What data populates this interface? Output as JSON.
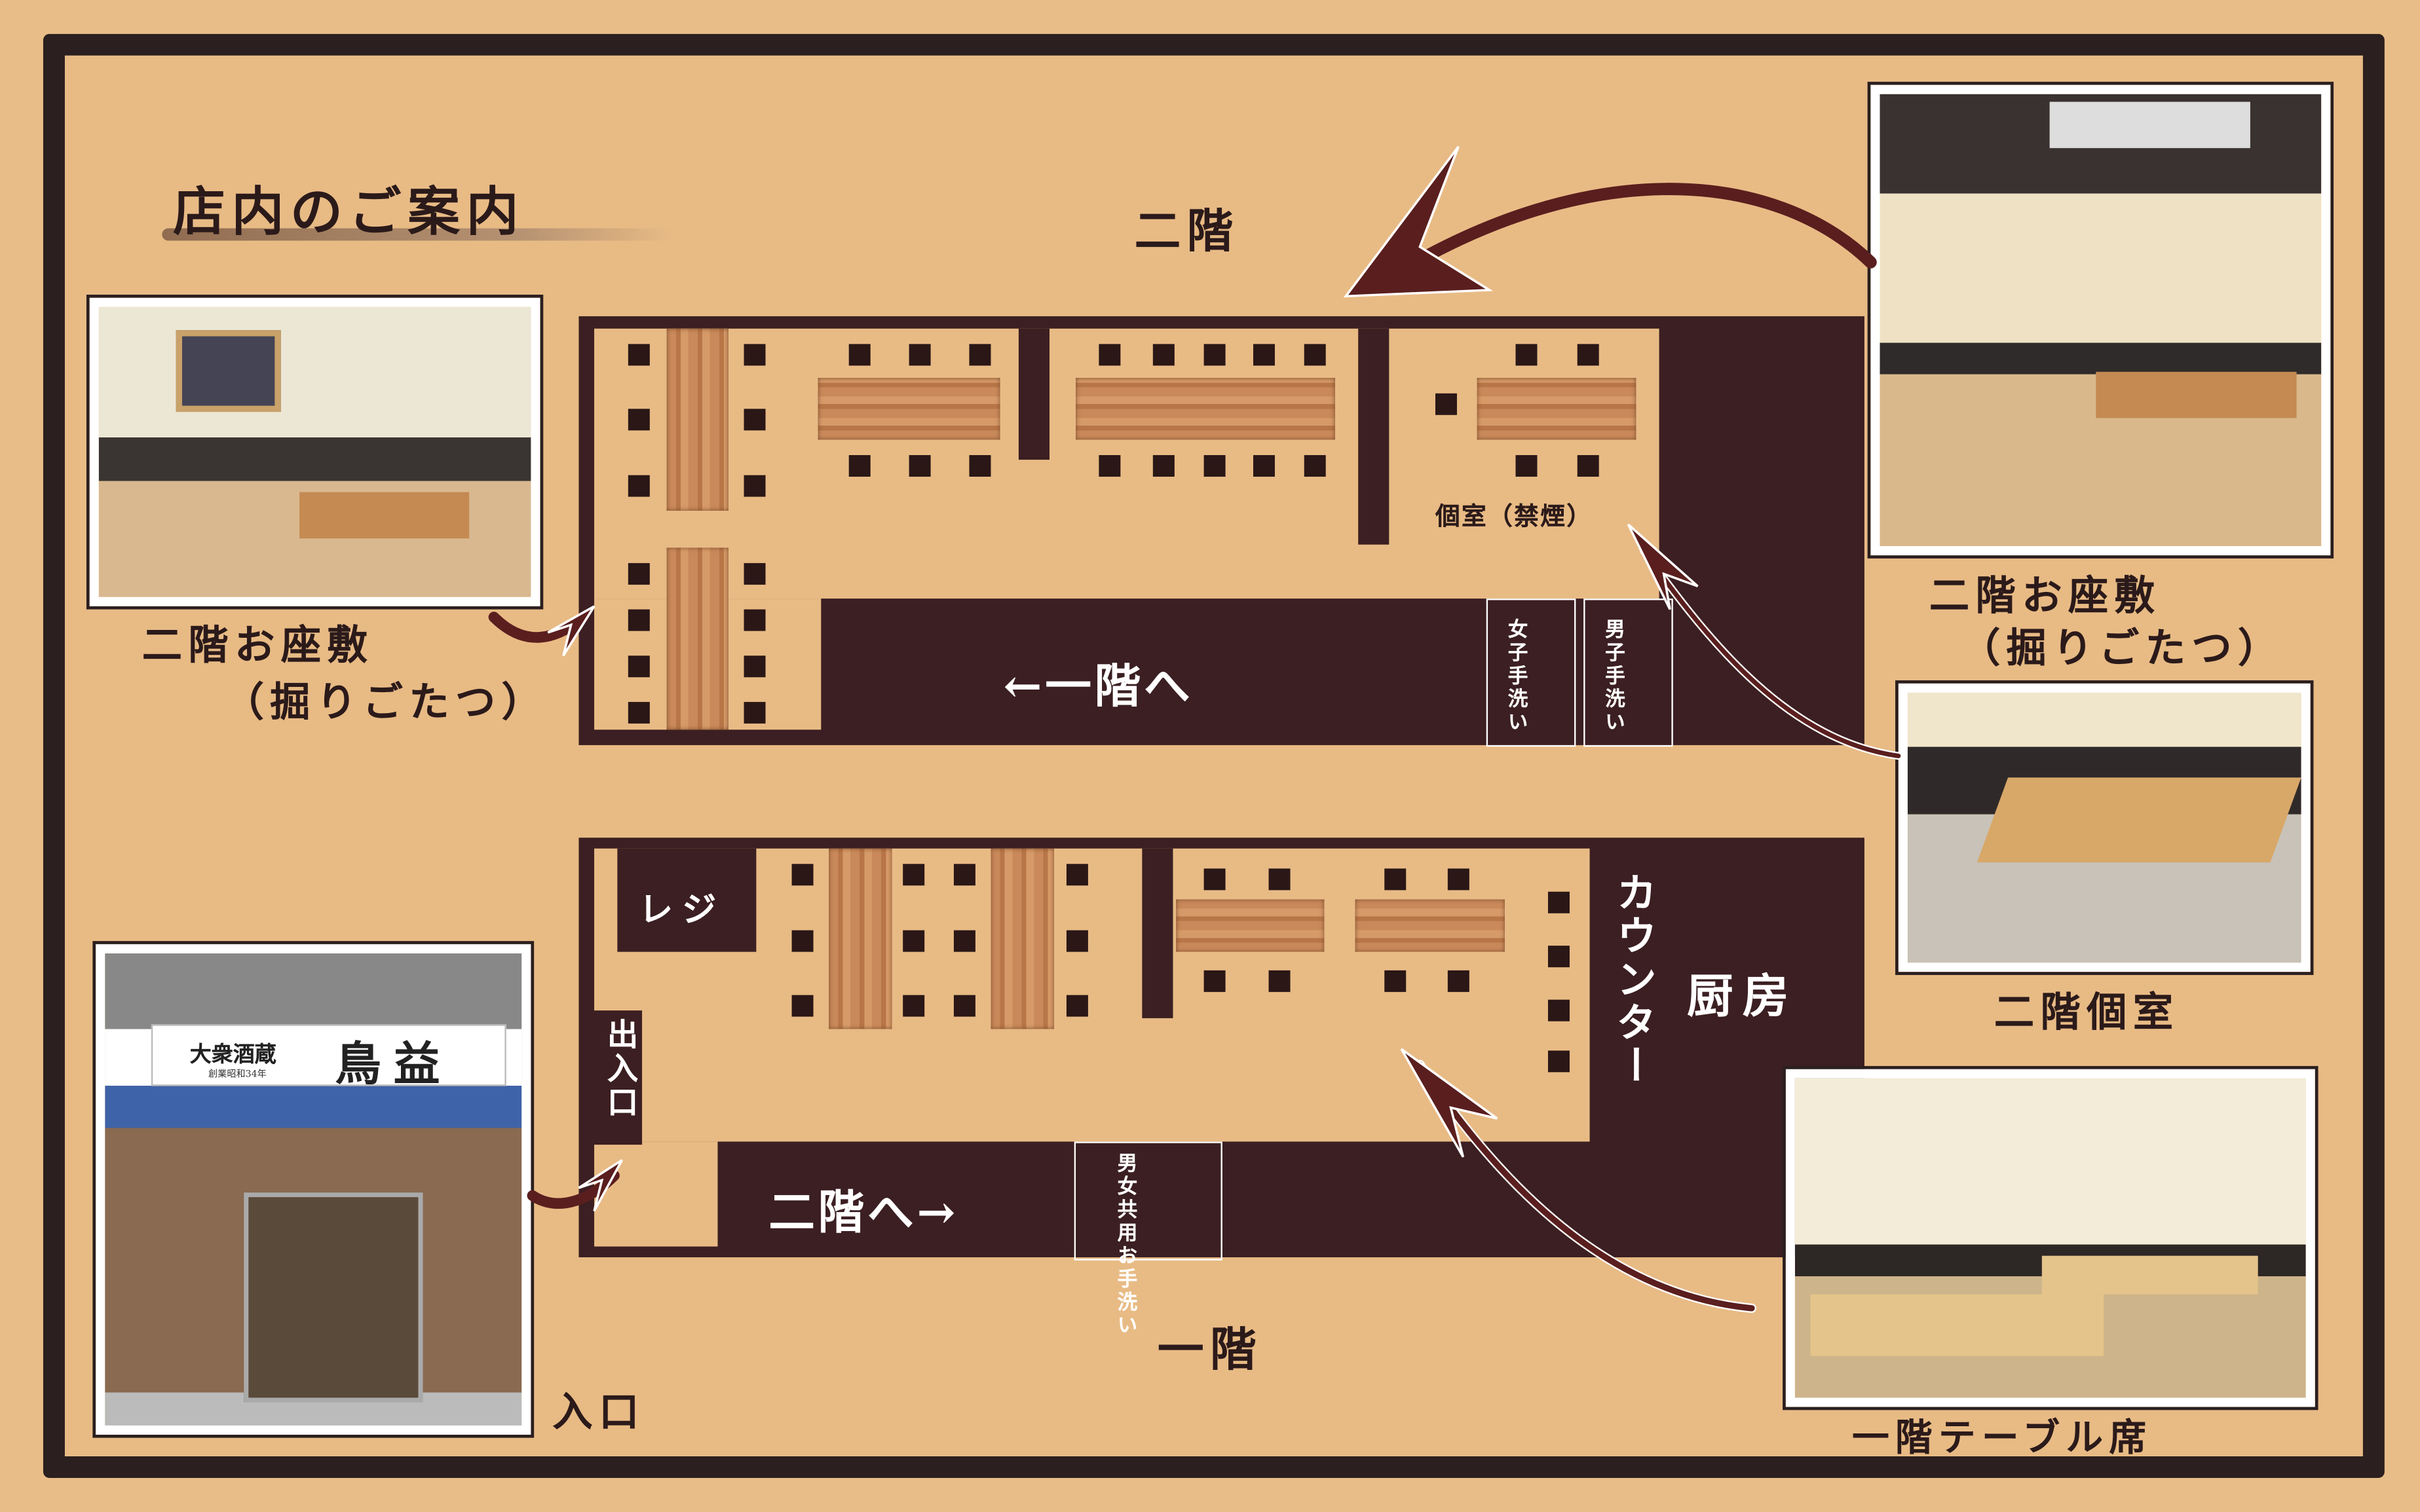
{
  "title": "店内のご案内",
  "floors": {
    "second": {
      "label": "二階",
      "private_room": "個室（禁煙）",
      "to_first": "←一階へ",
      "womens_restroom": "女子手洗い",
      "mens_restroom": "男子手洗い"
    },
    "first": {
      "label": "一階",
      "register": "レジ",
      "doorway": "出入口",
      "to_second": "二階へ→",
      "restroom": "男女共用お手洗い",
      "counter": "カウンター",
      "kitchen": "厨房"
    }
  },
  "photos": {
    "zashiki_left": {
      "caption_line1": "二階お座敷",
      "caption_line2": "（掘りごたつ）"
    },
    "zashiki_right": {
      "caption_line1": "二階お座敷",
      "caption_line2": "（掘りごたつ）"
    },
    "private": {
      "caption": "二階個室"
    },
    "table_seats": {
      "caption": "一階テーブル席"
    },
    "entrance": {
      "caption": "入口",
      "sign_sub": "大衆酒蔵",
      "sign_name": "鳥益",
      "sign_founded": "創業昭和34年"
    }
  },
  "colors": {
    "background": "#e8bb85",
    "floor_dark": "#3b1f22",
    "frame": "#2b1f1f"
  }
}
